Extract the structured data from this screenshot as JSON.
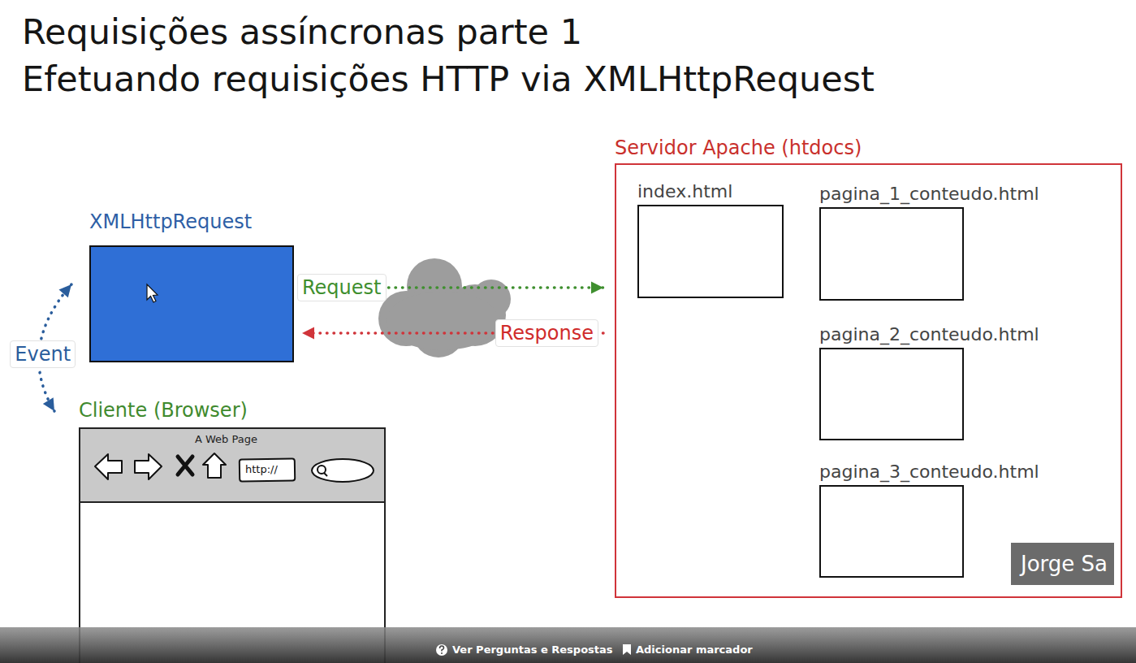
{
  "diagram": {
    "title": "Requisições assíncronas parte 1",
    "nodes": [
      {
        "text": [
          "XMLHttpRequest"
        ]
      },
      {
        "text": [
          "Cliente (Browser)"
        ]
      },
      {
        "text": [
          "Servidor Apache (htdocs)"
        ]
      },
      {
        "text": [
          "index.html"
        ],
        "in": 2
      },
      {
        "text": [
          "pagina_1_conteudo.html"
        ],
        "in": 2
      },
      {
        "text": [
          "pagina_2_conteudo.html"
        ],
        "in": 2
      },
      {
        "text": [
          "pagina_3_conteudo.html"
        ],
        "in": 2
      }
    ],
    "edges": [
      {
        "from": 0,
        "to": 2,
        "label": "Request",
        "arrow": "to"
      },
      {
        "from": 2,
        "to": 0,
        "label": "Response",
        "arrow": "to"
      },
      {
        "from": 0,
        "to": 1,
        "label": "Event",
        "arrow": "both"
      }
    ],
    "labels": [
      "Efetuando requisições HTTP via XMLHttpRequest",
      "A Web Page",
      "http://",
      "Jorge Sa",
      "Ver Perguntas e Respostas",
      "Adicionar marcador"
    ]
  }
}
